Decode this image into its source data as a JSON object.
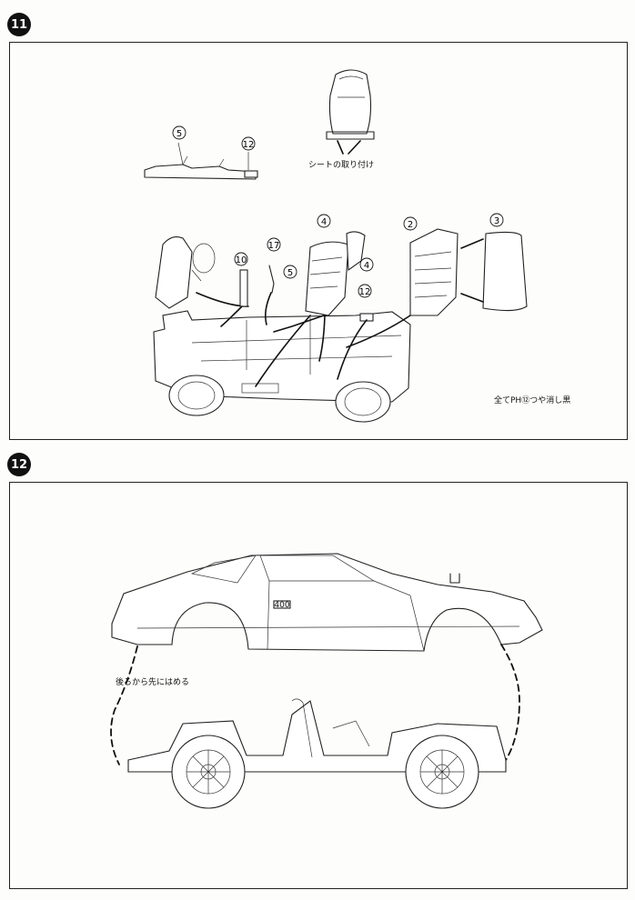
{
  "step11": {
    "number": "11",
    "caption_seat_attach": "シートの取り付け",
    "caption_paint": "全てPH⑫つや消し黒",
    "labels": [
      "5",
      "12",
      "4",
      "2",
      "3",
      "10",
      "17",
      "5",
      "4",
      "12"
    ]
  },
  "step12": {
    "number": "12",
    "caption_fit": "後ろから先にはめる",
    "emblem": "400"
  }
}
